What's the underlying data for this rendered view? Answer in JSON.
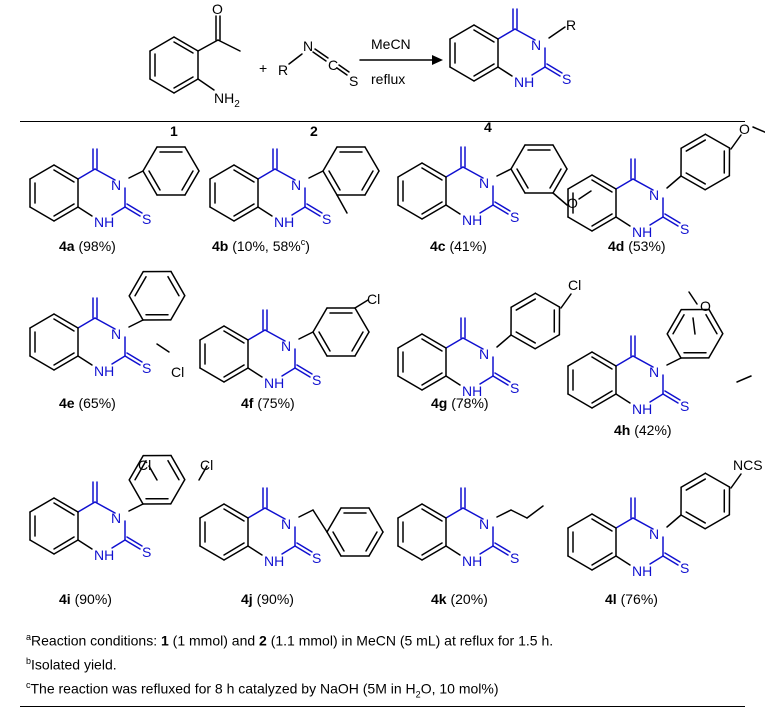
{
  "scheme": {
    "reactant1_label": "1",
    "reactant2_label": "2",
    "product_label": "4",
    "plus": "+",
    "conditions_top": "MeCN",
    "conditions_bottom": "reflux",
    "atoms": {
      "N": "N",
      "C": "C",
      "S": "S",
      "R": "R",
      "NH": "NH",
      "NH2": "NH",
      "sub2": "2",
      "H": "H",
      "O": "O"
    }
  },
  "products": [
    {
      "id": "4a",
      "yield": "(98%)"
    },
    {
      "id": "4b",
      "yield": "(10%, 58%",
      "yield_sup": "c",
      "yield_end": ")"
    },
    {
      "id": "4c",
      "yield": "(41%)"
    },
    {
      "id": "4d",
      "yield": "(53%)"
    },
    {
      "id": "4e",
      "yield": "(65%)"
    },
    {
      "id": "4f",
      "yield": "(75%)"
    },
    {
      "id": "4g",
      "yield": "(78%)"
    },
    {
      "id": "4h",
      "yield": "(42%)"
    },
    {
      "id": "4i",
      "yield": "(90%)"
    },
    {
      "id": "4j",
      "yield": "(90%)"
    },
    {
      "id": "4k",
      "yield": "(20%)"
    },
    {
      "id": "4l",
      "yield": "(76%)"
    }
  ],
  "substituents": {
    "Cl": "Cl",
    "NCS": "NCS"
  },
  "footnotes": {
    "a_mark": "a",
    "a_pre": "Reaction conditions: ",
    "a_1": "1",
    "a_mid1": " (1 mmol) and ",
    "a_2": "2",
    "a_mid2": " (1.1 mmol) in MeCN (5 mL) at reflux for 1.5 h.",
    "b_mark": "b",
    "b_text": "Isolated yield.",
    "c_mark": "c",
    "c_pre": "The reaction was refluxed for 8 h catalyzed by NaOH (5M in H",
    "c_sub": "2",
    "c_post": "O, 10 mol%)"
  }
}
